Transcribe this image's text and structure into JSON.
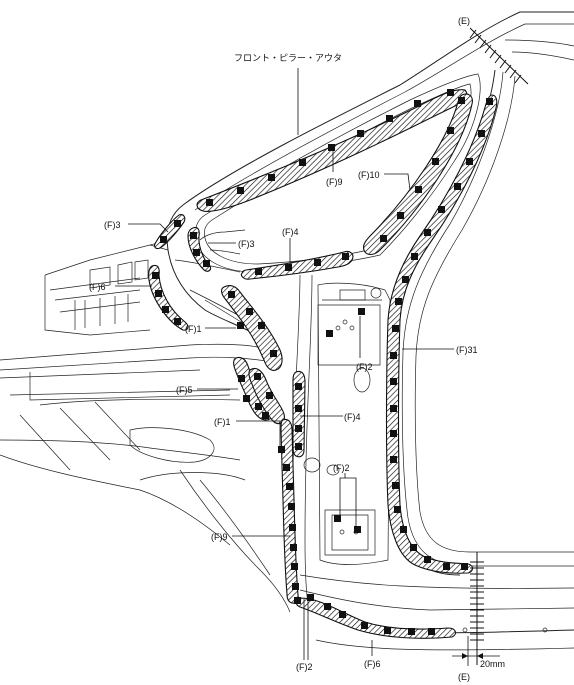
{
  "diagram": {
    "part_name": "フロント・ピラー・アウタ",
    "section_marker_top": "(E)",
    "section_marker_bottom": "(E)",
    "dimension_label": "20mm",
    "callouts": {
      "f9_top": "(F)9",
      "f10": "(F)10",
      "f3_left": "(F)3",
      "f3_inner": "(F)3",
      "f4_upper": "(F)4",
      "f6_left": "(F)6",
      "f1_upper": "(F)1",
      "f2_right": "(F)2",
      "f31": "(F)31",
      "f5": "(F)5",
      "f4_lower": "(F)4",
      "f1_lower": "(F)1",
      "f2_lower": "(F)2",
      "f9_lower": "(F)9",
      "f2_bottom": "(F)2",
      "f6_bottom": "(F)6"
    }
  }
}
